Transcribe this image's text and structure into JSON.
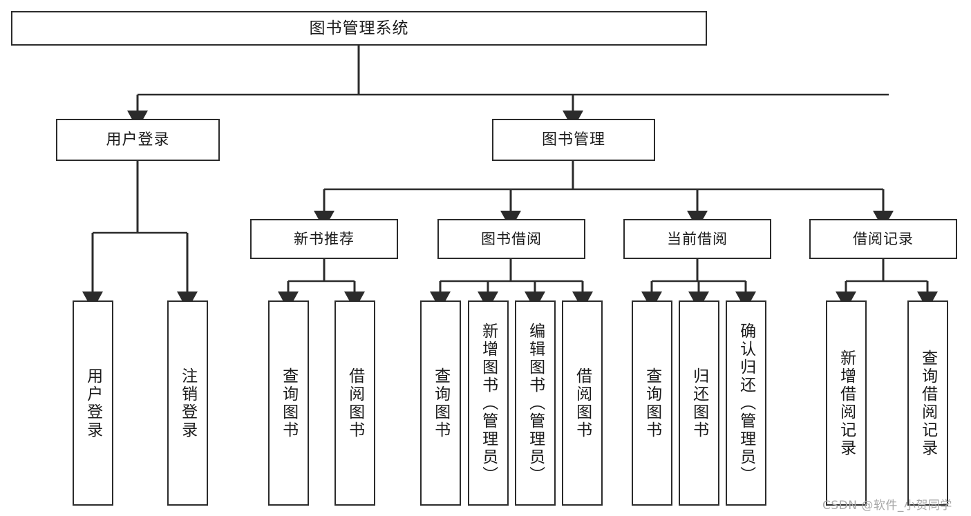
{
  "diagram": {
    "title_node": {
      "label": "图书管理系统"
    },
    "level2": [
      {
        "label": "用户登录"
      },
      {
        "label": "图书管理"
      }
    ],
    "level3": [
      {
        "label": "新书推荐"
      },
      {
        "label": "图书借阅"
      },
      {
        "label": "当前借阅"
      },
      {
        "label": "借阅记录"
      }
    ],
    "leaves": [
      {
        "label": "用户登录",
        "parent": "用户登录"
      },
      {
        "label": "注销登录",
        "parent": "用户登录"
      },
      {
        "label": "查询图书",
        "parent": "新书推荐"
      },
      {
        "label": "借阅图书",
        "parent": "新书推荐"
      },
      {
        "label": "查询图书",
        "parent": "图书借阅"
      },
      {
        "label": "新增图书（管理员）",
        "parent": "图书借阅"
      },
      {
        "label": "编辑图书（管理员）",
        "parent": "图书借阅"
      },
      {
        "label": "借阅图书",
        "parent": "图书借阅"
      },
      {
        "label": "查询图书",
        "parent": "当前借阅"
      },
      {
        "label": "归还图书",
        "parent": "当前借阅"
      },
      {
        "label": "确认归还（管理员）",
        "parent": "当前借阅"
      },
      {
        "label": "新增借阅记录",
        "parent": "借阅记录"
      },
      {
        "label": "查询借阅记录",
        "parent": "借阅记录"
      }
    ],
    "watermark": "CSDN @软件_小贺同学",
    "colors": {
      "stroke": "#2b2b2b",
      "fill": "#ffffff",
      "text": "#1b1b1b",
      "watermark": "#a8a8a8"
    }
  }
}
